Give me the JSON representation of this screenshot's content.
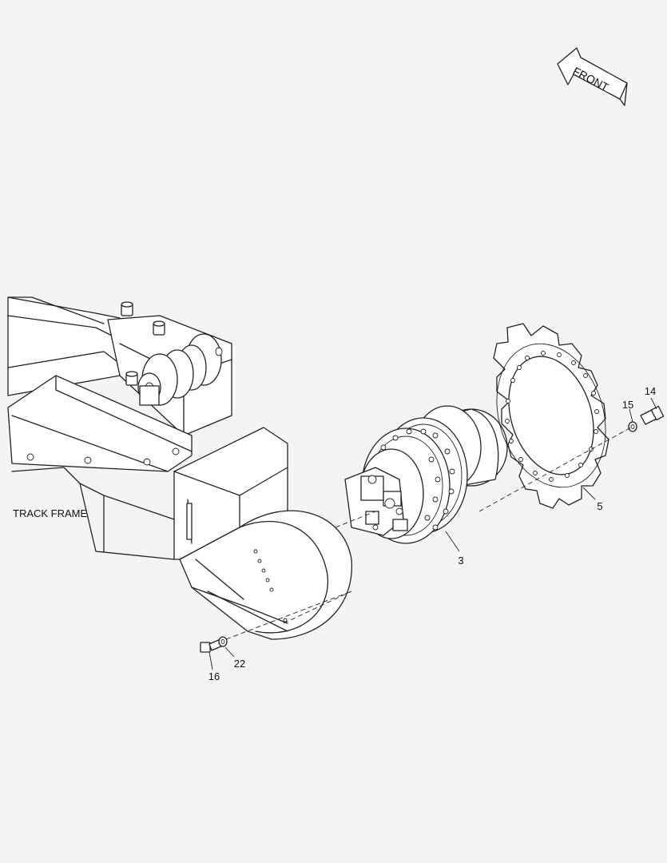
{
  "direction_label": "FRONT",
  "assembly_label": "TRACK FRAME",
  "callouts": [
    {
      "id": "3",
      "text": "3"
    },
    {
      "id": "5",
      "text": "5"
    },
    {
      "id": "14",
      "text": "14"
    },
    {
      "id": "15",
      "text": "15"
    },
    {
      "id": "16",
      "text": "16"
    },
    {
      "id": "22",
      "text": "22"
    }
  ]
}
